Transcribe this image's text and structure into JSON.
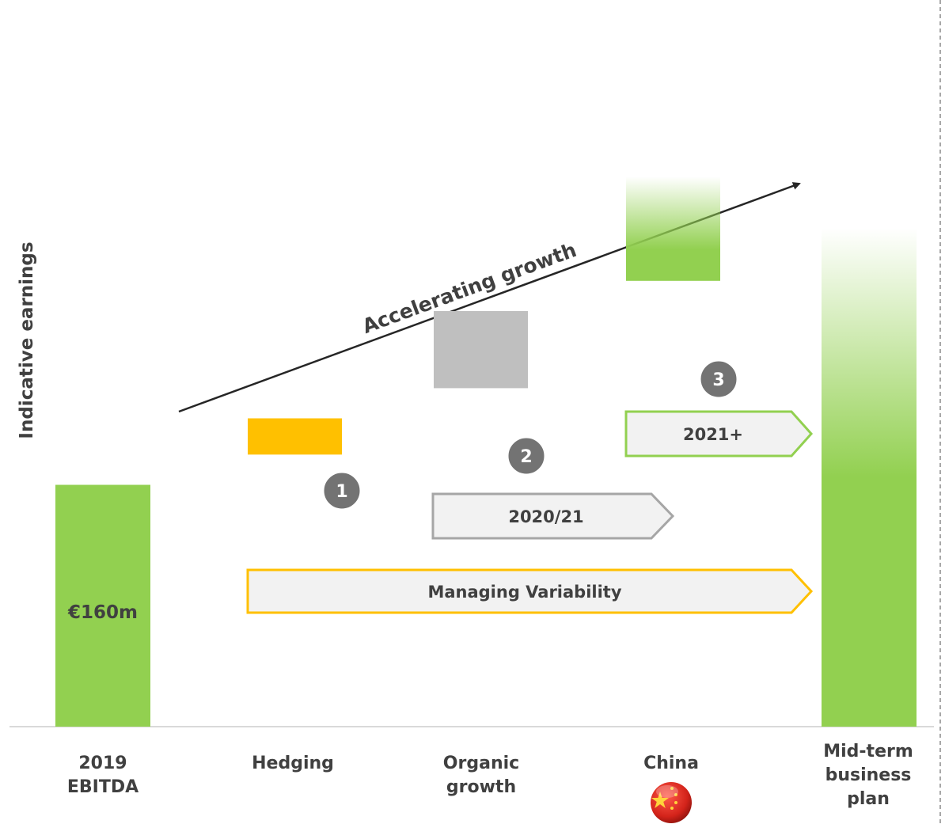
{
  "chart_data": {
    "type": "bar",
    "subtype": "waterfall",
    "ylabel": "Indicative earnings",
    "categories": [
      "2019 EBITDA",
      "Hedging",
      "Organic growth",
      "China",
      "Mid-term business plan"
    ],
    "category_lines": [
      [
        "2019",
        "EBITDA"
      ],
      [
        "Hedging"
      ],
      [
        "Organic",
        "growth"
      ],
      [
        "China"
      ],
      [
        "Mid-term",
        "business",
        "plan"
      ]
    ],
    "bar_kinds": [
      "total",
      "increment",
      "increment",
      "increment",
      "total"
    ],
    "values": [
      160,
      24,
      51,
      69,
      330
    ],
    "bar_colors": [
      "#92d050",
      "#ffc000",
      "#bfbfbf",
      "#92d050",
      "#92d050"
    ],
    "data_labels": [
      "€160m",
      "",
      "",
      "",
      ""
    ],
    "ylim": [
      0,
      330
    ],
    "grid": false,
    "axis_ticks_shown": false
  },
  "markers": [
    {
      "bar_index": 1,
      "label": "1"
    },
    {
      "bar_index": 2,
      "label": "2"
    },
    {
      "bar_index": 3,
      "label": "3"
    }
  ],
  "timeline_arrows": [
    {
      "label": "2021+",
      "color": "#92d050"
    },
    {
      "label": "2020/21",
      "color": "#a6a6a6"
    },
    {
      "label": "Managing Variability",
      "color": "#ffc000"
    }
  ],
  "trend_arrow": {
    "label": "Accelerating growth"
  },
  "flag": {
    "name": "china-flag-icon"
  },
  "colors": {
    "text": "#404040",
    "badge": "#737373",
    "arrow_fill": "#f2f2f2"
  }
}
